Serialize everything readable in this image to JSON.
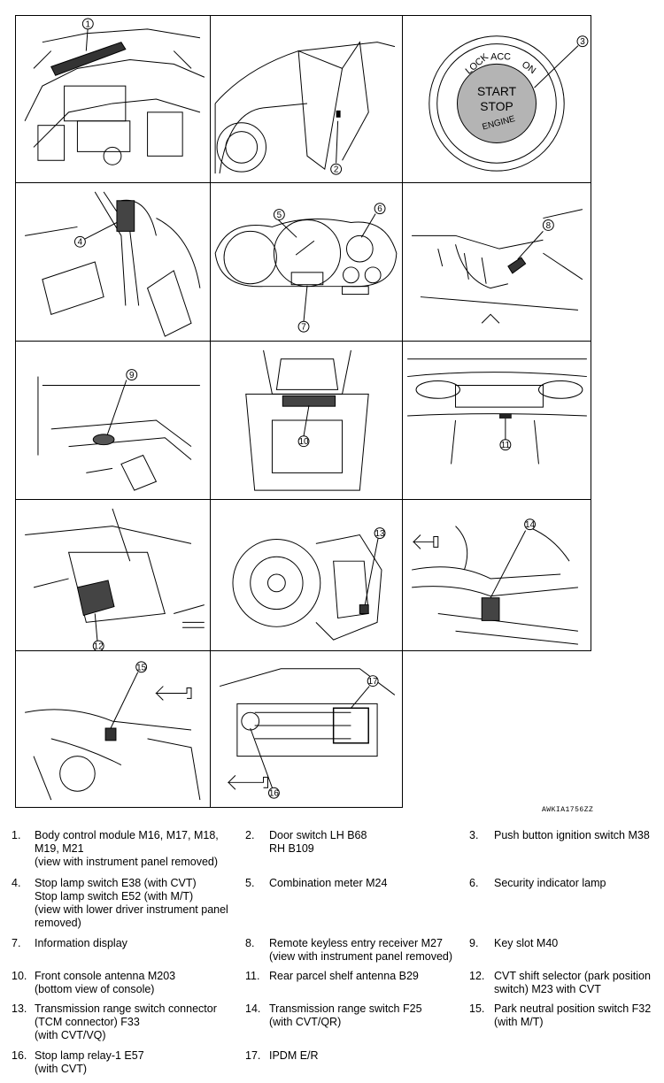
{
  "figure_id": "AWKIA1756ZZ",
  "panel_labels": {
    "p1": "1",
    "p2": "2",
    "p3": "3",
    "p4": "4",
    "p5": "5",
    "p6": "6",
    "p7": "7",
    "p8": "8",
    "p9": "9",
    "p10": "10",
    "p11": "11",
    "p12": "12",
    "p13": "13",
    "p14": "14",
    "p15": "15",
    "p16": "16",
    "p17": "17"
  },
  "ignition_text": {
    "lock": "LOCK",
    "acc": "ACC",
    "on": "ON",
    "start": "START",
    "stop": "STOP",
    "engine": "ENGINE"
  },
  "legend": [
    {
      "num": "1.",
      "text": "Body control module M16, M17, M18,\nM19, M21\n(view with instrument panel removed)"
    },
    {
      "num": "2.",
      "text": "Door switch LH B68\nRH B109"
    },
    {
      "num": "3.",
      "text": "Push button ignition switch M38"
    },
    {
      "num": "4.",
      "text": "Stop lamp switch E38 (with CVT)\nStop lamp switch E52 (with M/T)\n(view with lower driver instrument panel\nremoved)"
    },
    {
      "num": "5.",
      "text": "Combination meter M24"
    },
    {
      "num": "6.",
      "text": "Security indicator lamp"
    },
    {
      "num": "7.",
      "text": "Information display"
    },
    {
      "num": "8.",
      "text": "Remote keyless entry receiver M27\n(view with instrument panel removed)"
    },
    {
      "num": "9.",
      "text": "Key slot M40"
    },
    {
      "num": "10.",
      "text": "Front console antenna M203\n(bottom view of console)"
    },
    {
      "num": "11.",
      "text": " Rear parcel shelf antenna B29"
    },
    {
      "num": "12.",
      "text": "CVT shift selector (park position\nswitch) M23 with CVT"
    },
    {
      "num": "13.",
      "text": "Transmission range switch connector\n(TCM connector) F33\n(with CVT/VQ)"
    },
    {
      "num": "14.",
      "text": "Transmission range switch F25\n(with CVT/QR)"
    },
    {
      "num": "15.",
      "text": "Park neutral position switch F32\n(with M/T)"
    },
    {
      "num": "16.",
      "text": "Stop lamp relay-1 E57\n(with CVT)"
    },
    {
      "num": "17.",
      "text": "IPDM E/R"
    }
  ]
}
